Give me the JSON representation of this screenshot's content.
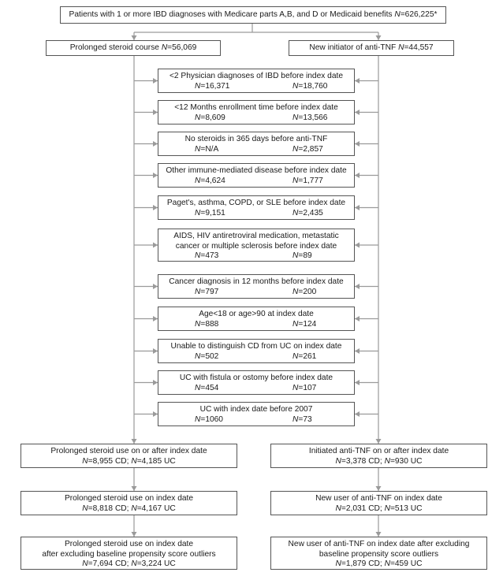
{
  "top": {
    "text": "Patients with 1 or more IBD diagnoses with Medicare parts A,B, and D or Medicaid benefits",
    "n": "626,225*"
  },
  "left_head": {
    "text": "Prolonged steroid course",
    "n": "56,069"
  },
  "right_head": {
    "text": "New initiator of anti-TNF",
    "n": "44,557"
  },
  "n_label": "N",
  "exclusions": [
    {
      "lines": [
        "<2 Physician diagnoses of IBD before index date"
      ],
      "left": "16,371",
      "right": "18,760"
    },
    {
      "lines": [
        "<12 Months enrollment time before index date"
      ],
      "left": "8,609",
      "right": "13,566"
    },
    {
      "lines": [
        "No steroids in 365 days before anti-TNF"
      ],
      "left": "N/A",
      "right": "2,857"
    },
    {
      "lines": [
        "Other immune-mediated disease before index date"
      ],
      "left": "4,624",
      "right": "1,777"
    },
    {
      "lines": [
        "Paget's, asthma, COPD, or SLE before index date"
      ],
      "left": "9,151",
      "right": "2,435"
    },
    {
      "lines": [
        "AIDS, HIV antiretroviral medication, metastatic",
        "cancer or multiple sclerosis before index date"
      ],
      "left": "473",
      "right": "89"
    },
    {
      "lines": [
        "Cancer diagnosis in 12 months before index date"
      ],
      "left": "797",
      "right": "200"
    },
    {
      "lines": [
        "Age<18 or age>90 at index date"
      ],
      "left": "888",
      "right": "124"
    },
    {
      "lines": [
        "Unable to distinguish CD from UC on index date"
      ],
      "left": "502",
      "right": "261"
    },
    {
      "lines": [
        "UC with fistula or ostomy before index date"
      ],
      "left": "454",
      "right": "107"
    },
    {
      "lines": [
        "UC with index date before 2007"
      ],
      "left": "1060",
      "right": "73"
    }
  ],
  "bottom_left": [
    {
      "lines": [
        "Prolonged steroid use on or after index date"
      ],
      "cd": "8,955",
      "uc": "4,185"
    },
    {
      "lines": [
        "Prolonged steroid use on index date"
      ],
      "cd": "8,818",
      "uc": "4,167"
    },
    {
      "lines": [
        "Prolonged steroid use on index date",
        "after excluding baseline propensity score outliers"
      ],
      "cd": "7,694",
      "uc": "3,224"
    }
  ],
  "bottom_right": [
    {
      "lines": [
        "Initiated anti-TNF on or after index date"
      ],
      "cd": "3,378",
      "uc": "930"
    },
    {
      "lines": [
        "New user of anti-TNF on index date"
      ],
      "cd": "2,031",
      "uc": "513"
    },
    {
      "lines": [
        "New user of anti-TNF on index date after excluding",
        "baseline propensity score outliers"
      ],
      "cd": "1,879",
      "uc": "459"
    }
  ],
  "cd_label": "CD",
  "uc_label": "UC",
  "line_color": "#9a9a9a",
  "border_color": "#555555"
}
